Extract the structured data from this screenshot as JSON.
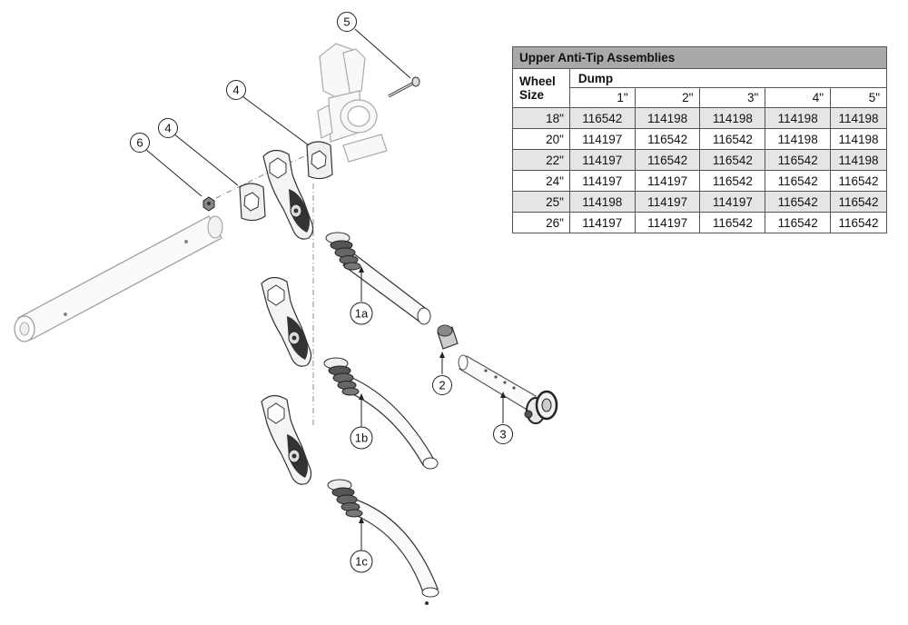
{
  "callouts": {
    "c5": "5",
    "c4a": "4",
    "c4b": "4",
    "c6": "6",
    "c1a": "1a",
    "c1b": "1b",
    "c1c": "1c",
    "c2": "2",
    "c3": "3"
  },
  "table": {
    "title": "Upper Anti-Tip Assemblies",
    "wheel_size_header": "Wheel Size",
    "dump_header": "Dump",
    "dump_columns": [
      "1\"",
      "2\"",
      "3\"",
      "4\"",
      "5\""
    ],
    "rows": [
      {
        "size": "18\"",
        "values": [
          "116542",
          "114198",
          "114198",
          "114198",
          "114198"
        ]
      },
      {
        "size": "20\"",
        "values": [
          "114197",
          "116542",
          "116542",
          "114198",
          "114198"
        ]
      },
      {
        "size": "22\"",
        "values": [
          "114197",
          "116542",
          "116542",
          "116542",
          "114198"
        ]
      },
      {
        "size": "24\"",
        "values": [
          "114197",
          "114197",
          "116542",
          "116542",
          "116542"
        ]
      },
      {
        "size": "25\"",
        "values": [
          "114198",
          "114197",
          "114197",
          "116542",
          "116542"
        ]
      },
      {
        "size": "26\"",
        "values": [
          "114197",
          "114197",
          "116542",
          "116542",
          "116542"
        ]
      }
    ]
  }
}
